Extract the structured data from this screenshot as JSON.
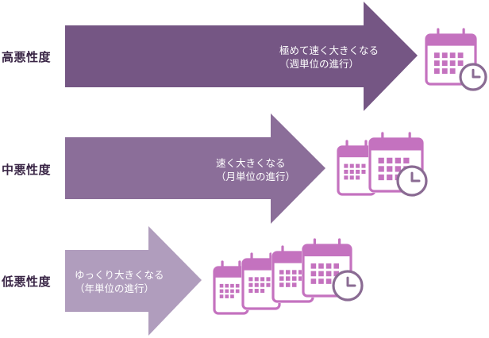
{
  "rows": [
    {
      "label": "高悪性度",
      "desc_line1": "極めて速く大きくなる",
      "desc_line2": "（週単位の進行）",
      "calendar_count": 1,
      "color": "#755684"
    },
    {
      "label": "中悪性度",
      "desc_line1": "速く大きくなる",
      "desc_line2": "（月単位の進行）",
      "calendar_count": 2,
      "color": "#8b6e99"
    },
    {
      "label": "低悪性度",
      "desc_line1": "ゆっくり大きくなる",
      "desc_line2": "（年単位の進行）",
      "calendar_count": 4,
      "color": "#b09dbd"
    }
  ],
  "colors": {
    "calendar": "#c472bf",
    "clock": "#8a6b93",
    "label_text": "#3a2646"
  },
  "icons": [
    "calendar-icon",
    "clock-icon"
  ]
}
